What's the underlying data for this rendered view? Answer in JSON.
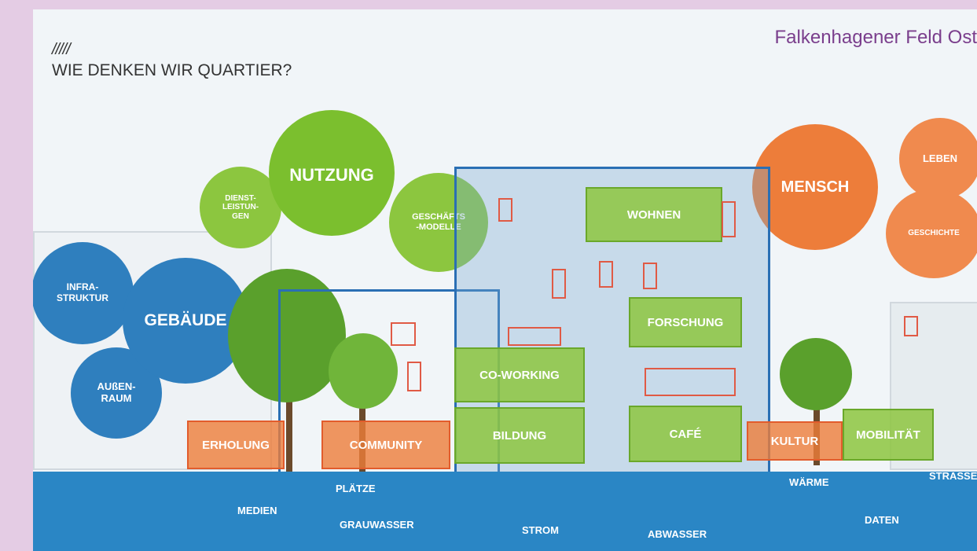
{
  "header": {
    "marks": "/////",
    "title": "WIE DENKEN WIR QUARTIER?",
    "project": "Falkenhagener Feld Ost"
  },
  "bubbles": {
    "nutzung": "NUTZUNG",
    "dienstleistungen": "DIENST-\nLEISTUN-\nGEN",
    "geschaeftsmodelle": "GESCHÄFTS\n-MODELLE",
    "infrastruktur": "INFRA-\nSTRUKTUR",
    "gebaeude": "GEBÄUDE",
    "aussenraum": "AUßEN-\nRAUM",
    "mensch": "MENSCH",
    "leben": "LEBEN",
    "geschichte": "GESCHICHTE"
  },
  "rooms": {
    "wohnen": "WOHNEN",
    "forschung": "FORSCHUNG",
    "coworking": "CO-WORKING",
    "bildung": "BILDUNG",
    "cafe": "CAFÉ",
    "erholung": "ERHOLUNG",
    "community": "COMMUNITY",
    "kultur": "KULTUR",
    "mobilitaet": "MOBILITÄT"
  },
  "infrastructure": {
    "medien": "MEDIEN",
    "plaetze": "PLÄTZE",
    "grauwasser": "GRAUWASSER",
    "strom": "STROM",
    "abwasser": "ABWASSER",
    "waerme": "WÄRME",
    "daten": "DATEN",
    "strasse": "STRASSE"
  },
  "colors": {
    "green": "#8cc63f",
    "blue": "#2f7fbe",
    "orange": "#ed7d3a",
    "title_purple": "#7a3e8c"
  }
}
